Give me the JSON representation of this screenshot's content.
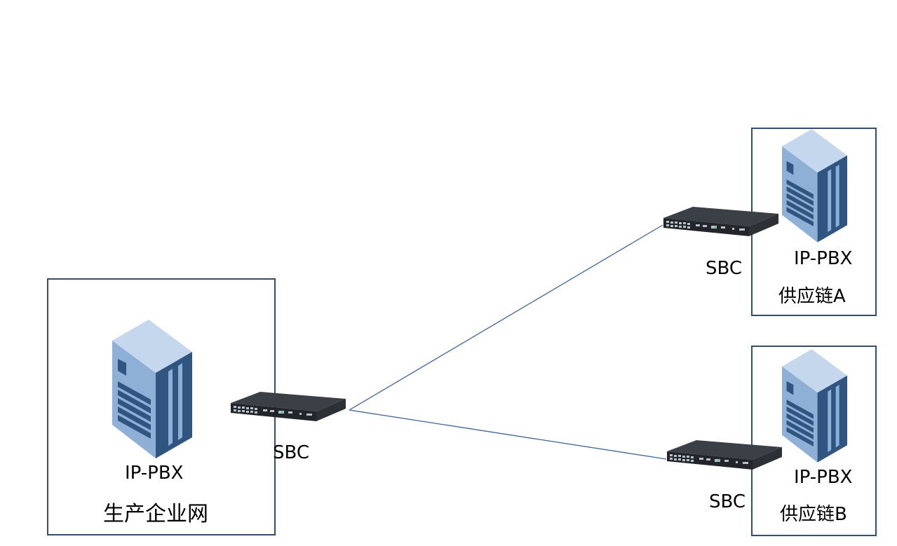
{
  "diagram": {
    "enterprise": {
      "pbx_label": "IP-PBX",
      "network_label": "生产企业网",
      "sbc_label": "SBC"
    },
    "supplier_a": {
      "pbx_label": "IP-PBX",
      "network_label": "供应链A",
      "sbc_label": "SBC"
    },
    "supplier_b": {
      "pbx_label": "IP-PBX",
      "network_label": "供应链B",
      "sbc_label": "SBC"
    },
    "colors": {
      "zone_border": "#2f4d78",
      "link": "#3d66a6",
      "server_light": "#8eb0d6",
      "server_dark": "#2f5580",
      "device_body": "#2b2f33"
    },
    "icons": {
      "server": "server-tower-icon",
      "sbc": "rack-device-icon"
    }
  }
}
